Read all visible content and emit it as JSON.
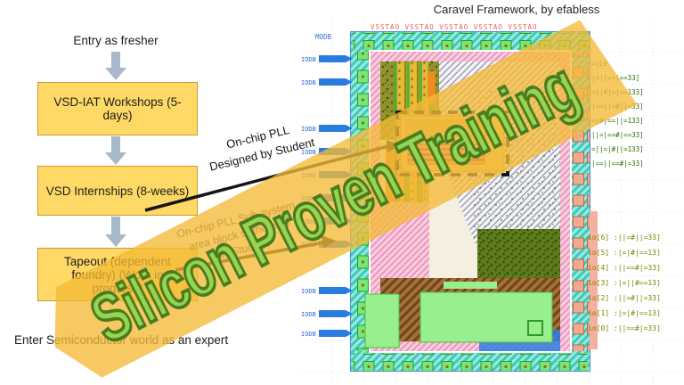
{
  "flowchart": {
    "entry_label": "Entry as fresher",
    "boxes": [
      {
        "label": "VSD-IAT Workshops (5-days)"
      },
      {
        "label": "VSD Internships (8-weeks)"
      },
      {
        "label": "Tapeout (dependent foundry) (Work in progress)"
      }
    ],
    "exit_label": "Enter Semiconductor world as an expert",
    "box_fill": "#FFD966",
    "box_border": "#C9992E",
    "arrow_color": "#A9B7CA"
  },
  "chip": {
    "title": "Caravel Framework, by efabless",
    "top_rail_labels": "VSSTAO VSSTAO VSSTAO VSSTAO VSSTAO",
    "corner_label": "MODB",
    "io_left_label": "IODB",
    "right_rows": [
      "=|LV",
      "|=||==|==33]",
      "=||#|=|==133]",
      "|==||=#||=33]",
      "=|#|==||=133]",
      "||=|==#|==33]",
      "=||=|#||=133]",
      "|==||==#|=33]"
    ],
    "io_rows": [
      "io[6] :||=#||=33]",
      "io[5] :|=|#|==13]",
      "io[4] :||==#|=33]",
      "io[3] :|=||#==13]",
      "io[2] :||=#||=33]",
      "io[1] :|=|#|==13]",
      "io[0] :||==#|=33]"
    ]
  },
  "annotations": {
    "pll": {
      "line1": "On-chip PLL",
      "line2": "Designed by Student"
    },
    "sub": {
      "line1": "On-chip PLL Sub-system",
      "line2": "area block of the chip",
      "line3": "by Student"
    }
  },
  "watermark": {
    "text": "Silicon Proven Training",
    "fill": "#96D452",
    "outline": "#4A7C1F",
    "band_color": "rgba(243,186,55,0.78)"
  }
}
